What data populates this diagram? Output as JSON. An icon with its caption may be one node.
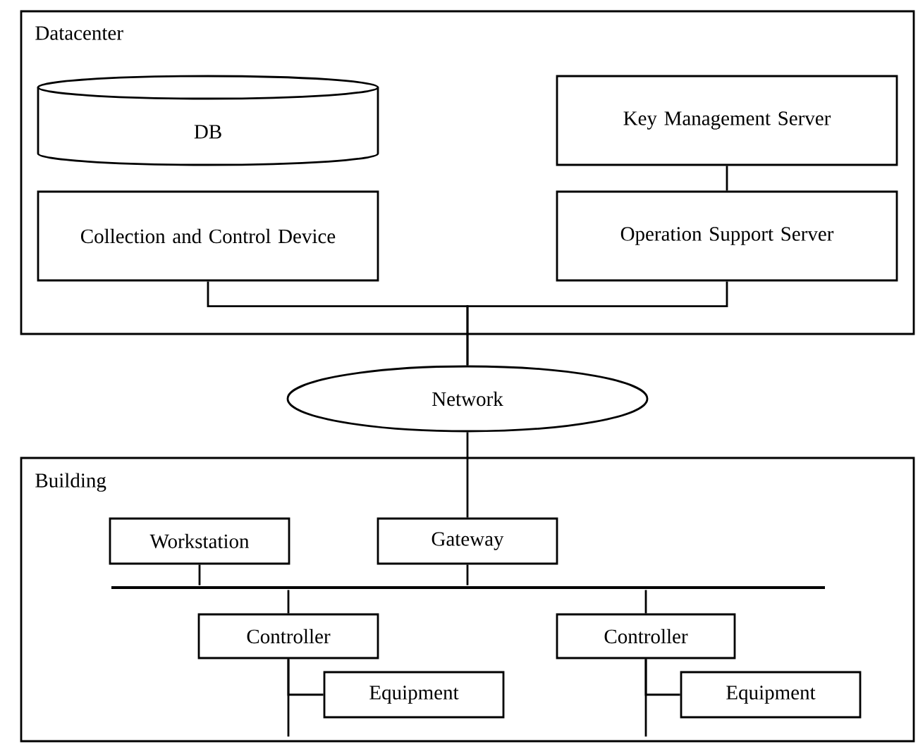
{
  "diagram": {
    "nodes": [
      {
        "text": [
          "Datacenter"
        ]
      },
      {
        "text": [
          "DB"
        ],
        "in": 0
      },
      {
        "text": [
          "Key Management Server"
        ],
        "in": 0
      },
      {
        "text": [
          "Collection and Control Device"
        ],
        "in": 0
      },
      {
        "text": [
          "Operation Support Server"
        ],
        "in": 0
      },
      {
        "text": [
          "Network"
        ]
      },
      {
        "text": [
          "Building"
        ]
      },
      {
        "text": [
          "Workstation"
        ],
        "in": 6
      },
      {
        "text": [
          "Gateway"
        ],
        "in": 6
      },
      {
        "text": [],
        "shape": "bar",
        "in": 6
      },
      {
        "text": [
          "Controller"
        ],
        "in": 6
      },
      {
        "text": [
          "Controller"
        ],
        "in": 6
      },
      {
        "text": [
          "Equipment"
        ],
        "in": 6
      },
      {
        "text": [
          "Equipment"
        ],
        "in": 6
      }
    ],
    "edges": [
      {
        "from": 2,
        "to": 4,
        "arrow": "none"
      },
      {
        "from": 3,
        "to": 5,
        "arrow": "none"
      },
      {
        "from": 4,
        "to": 5,
        "arrow": "none"
      },
      {
        "from": 5,
        "to": 8,
        "arrow": "none"
      },
      {
        "from": 7,
        "to": 9,
        "arrow": "none"
      },
      {
        "from": 8,
        "to": 9,
        "arrow": "none"
      },
      {
        "from": 9,
        "to": 10,
        "arrow": "none"
      },
      {
        "from": 9,
        "to": 11,
        "arrow": "none"
      },
      {
        "from": 10,
        "to": 12,
        "arrow": "none"
      },
      {
        "from": 10,
        "to": null,
        "arrow": "none"
      },
      {
        "from": 11,
        "to": 13,
        "arrow": "none"
      },
      {
        "from": 11,
        "to": null,
        "arrow": "none"
      }
    ]
  }
}
